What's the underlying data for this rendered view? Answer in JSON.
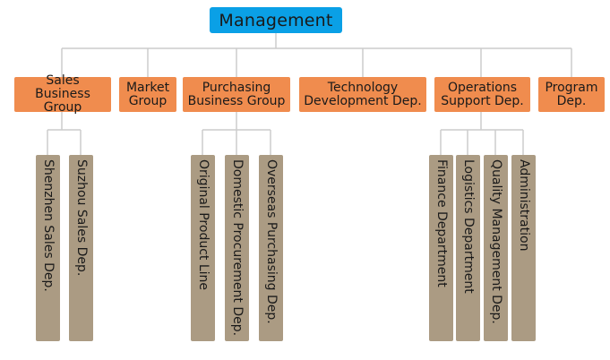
{
  "root": {
    "label": "Management"
  },
  "groups": [
    {
      "label": "Sales Business\nGroup"
    },
    {
      "label": "Market\nGroup"
    },
    {
      "label": "Purchasing\nBusiness Group"
    },
    {
      "label": "Technology\nDevelopment Dep."
    },
    {
      "label": "Operations\nSupport Dep."
    },
    {
      "label": "Program\nDep."
    }
  ],
  "departments": [
    {
      "label": "Shenzhen Sales Dep.",
      "group": "Sales Business Group"
    },
    {
      "label": "Suzhou Sales Dep.",
      "group": "Sales Business Group"
    },
    {
      "label": "Original Product Line",
      "group": "Purchasing Business Group"
    },
    {
      "label": "Domestic Procurement Dep.",
      "group": "Purchasing Business Group"
    },
    {
      "label": "Overseas Purchasing Dep.",
      "group": "Purchasing Business Group"
    },
    {
      "label": "Finance Department",
      "group": "Operations Support Dep."
    },
    {
      "label": "Logistics Department",
      "group": "Operations Support Dep."
    },
    {
      "label": "Quality Management Dep.",
      "group": "Operations Support Dep."
    },
    {
      "label": "Administration",
      "group": "Operations Support Dep."
    }
  ],
  "colors": {
    "root": "#0aa0e6",
    "group": "#f08c4e",
    "department": "#ab9b83",
    "connector": "#cccccc"
  }
}
